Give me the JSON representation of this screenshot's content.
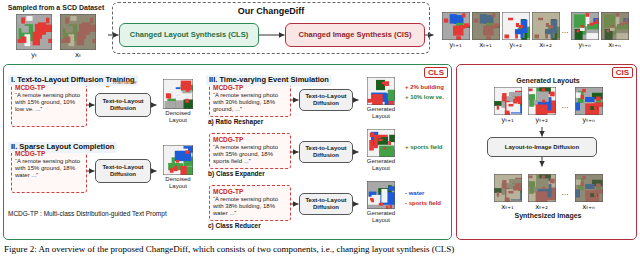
{
  "diagram": {
    "caption": "Figure 2: An overview of the proposed ChangeDiff, which consists of two components, i.e., changing layout synthesis (CLS)",
    "nodes": [
      {
        "text": [
          "Sampled from a SCD Dataset",
          "yₜ",
          "xₜ"
        ]
      },
      {
        "text": [
          "Our ChangeDiff"
        ]
      },
      {
        "text": [
          "Changed Layout Synthesis (CLS)"
        ],
        "in": 1
      },
      {
        "text": [
          "Changed Image Synthesis (CIS)"
        ],
        "in": 1
      },
      {
        "text": [
          "yₜ₊₁",
          "xₜ₊₁",
          "yₜ₊₂",
          "xₜ₊₂",
          "…",
          "yₜ₊ₙ",
          "xₜ₊ₙ"
        ]
      },
      {
        "text": [
          "CLS"
        ]
      },
      {
        "text": [
          "I. Text-to-Layout Diffusion Training"
        ],
        "in": 5
      },
      {
        "text": [
          "MCDG-TP",
          "“A remote sensing photo with 15% ground, 10% low ve. ...”"
        ],
        "in": 6
      },
      {
        "text": [
          "Text-to-Layout Diffusion"
        ],
        "in": 6
      },
      {
        "text": [
          "Denoised Layout"
        ],
        "in": 6
      },
      {
        "text": [
          "II. Sparse Layout Completion"
        ],
        "in": 5
      },
      {
        "text": [
          "MCDG-TP",
          "“A remote sensing photo with 15% ground, 18% water ...”"
        ],
        "in": 10
      },
      {
        "text": [
          "Text-to-Layout Diffusion"
        ],
        "in": 10
      },
      {
        "text": [
          "Denoised Layout"
        ],
        "in": 10
      },
      {
        "text": [
          "III. Time-varying Event Simulation"
        ],
        "in": 5
      },
      {
        "text": [
          "MCDG-TP",
          "“A remote sensing photo with 30% building, 18% ground, ...”"
        ],
        "in": 14
      },
      {
        "text": [
          "Text-to-Layout Diffusion"
        ],
        "in": 14
      },
      {
        "text": [
          "Generated Layout"
        ],
        "in": 14
      },
      {
        "text": [
          "MCDG-TP",
          "“A remote sensing photo with 35% ground, 18% sports field ...”"
        ],
        "in": 14
      },
      {
        "text": [
          "Text-to-Layout Diffusion"
        ],
        "in": 14
      },
      {
        "text": [
          "Generated Layout"
        ],
        "in": 14
      },
      {
        "text": [
          "MCDG-TP",
          "“A remote sensing photo with 38% building, 18% water ...”"
        ],
        "in": 14
      },
      {
        "text": [
          "Text-to-Layout Diffusion"
        ],
        "in": 14
      },
      {
        "text": [
          "Generated Layout"
        ],
        "in": 14
      },
      {
        "text": [
          "CIS"
        ]
      },
      {
        "text": [
          "Generated Layouts",
          "yₜ₊₁",
          "yₜ₊₂",
          "…",
          "yₜ₊ₙ"
        ],
        "in": 24
      },
      {
        "text": [
          "Layout-to-Image Diffusion"
        ],
        "in": 24
      },
      {
        "text": [
          "Synthesized Images",
          "xₜ₊₁",
          "xₜ₊₂",
          "…",
          "xₜ₊ₙ"
        ],
        "in": 24
      }
    ],
    "edges": [
      {
        "from": 0,
        "to": 2,
        "arrow": "to"
      },
      {
        "from": 2,
        "to": 3,
        "arrow": "to"
      },
      {
        "from": 3,
        "to": 4,
        "arrow": "to"
      },
      {
        "from": 7,
        "to": 8,
        "arrow": "to"
      },
      {
        "from": 8,
        "to": 9,
        "arrow": "to"
      },
      {
        "from": 11,
        "to": 12,
        "arrow": "to"
      },
      {
        "from": 12,
        "to": 13,
        "arrow": "to"
      },
      {
        "from": 15,
        "to": 16,
        "arrow": "to"
      },
      {
        "from": 16,
        "to": 17,
        "arrow": "to"
      },
      {
        "from": 18,
        "to": 19,
        "arrow": "to"
      },
      {
        "from": 19,
        "to": 20,
        "arrow": "to"
      },
      {
        "from": 21,
        "to": 22,
        "arrow": "to"
      },
      {
        "from": 22,
        "to": 23,
        "arrow": "to"
      },
      {
        "from": 25,
        "to": 26,
        "arrow": "to"
      },
      {
        "from": 26,
        "to": 27,
        "arrow": "to"
      }
    ],
    "labels": [
      "Trainable",
      "a) Ratio Reshaper",
      "b) Class Expander",
      "c) Class Reducer",
      "+ 2% building",
      "+ 10% low ve.",
      "+ sports field",
      "- water",
      "- sports field",
      "MCDG-TP : Multi-class Distribution-guided Text Prompt"
    ]
  }
}
